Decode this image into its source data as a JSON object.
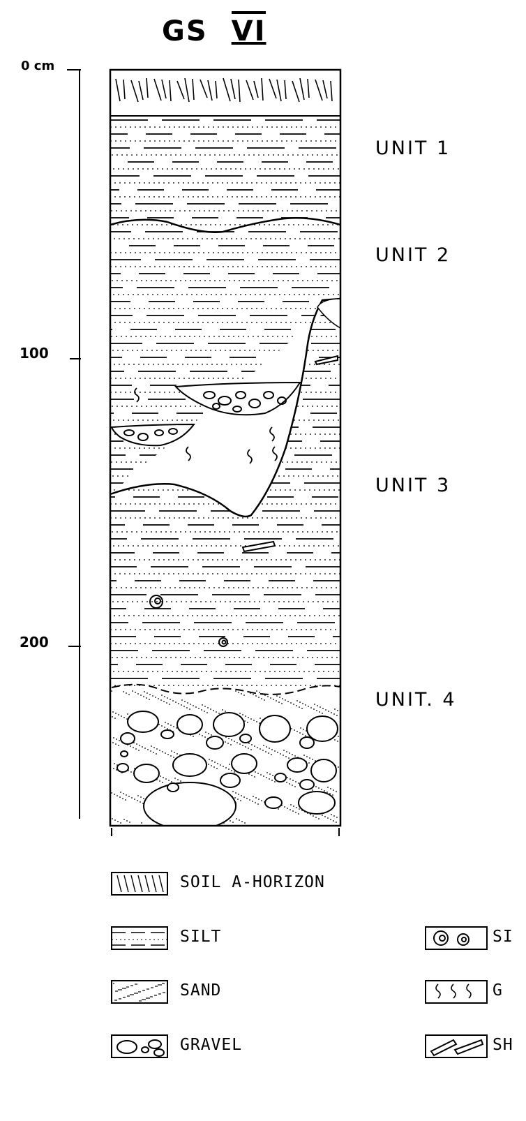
{
  "title": {
    "main": "GS",
    "numeral": "VI"
  },
  "depth_axis": {
    "ticks": [
      {
        "label": "0 cm",
        "value": 0
      },
      {
        "label": "100",
        "value": 100
      },
      {
        "label": "200",
        "value": 200
      }
    ]
  },
  "units": [
    {
      "label": "UNIT 1"
    },
    {
      "label": "UNIT 2"
    },
    {
      "label": "UNIT 3"
    },
    {
      "label": "UNIT. 4"
    }
  ],
  "legend": {
    "left": [
      {
        "label": "SOIL A-HORIZON",
        "pattern": "soil"
      },
      {
        "label": "SILT",
        "pattern": "silt"
      },
      {
        "label": "SAND",
        "pattern": "sand"
      },
      {
        "label": "GRAVEL",
        "pattern": "gravel"
      }
    ],
    "right": [
      {
        "label": "SI",
        "pattern": "snail"
      },
      {
        "label": "G",
        "pattern": "worm"
      },
      {
        "label": "SH",
        "pattern": "shard"
      }
    ]
  },
  "colors": {
    "ink": "#000000",
    "paper": "#ffffff"
  }
}
